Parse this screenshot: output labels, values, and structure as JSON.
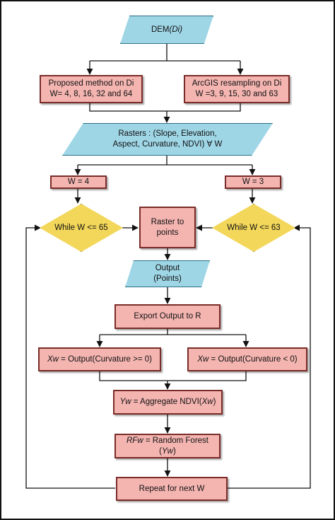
{
  "diagram": {
    "dem": {
      "label": "DEM",
      "var": "(Di)"
    },
    "proposed": {
      "line1": "Proposed method on Di",
      "line2": "W= 4, 8, 16, 32 and 64"
    },
    "arcgis": {
      "line1": "ArcGIS resampling on Di",
      "line2": "W =3, 9, 15, 30 and 63"
    },
    "rasters": {
      "line1": "Rasters : (Slope, Elevation,",
      "line2": "Aspect, Curvature, NDVI) ∀ W"
    },
    "w_left": "W = 4",
    "w_right": "W = 3",
    "while_left": "While W <= 65",
    "while_right": "While W <= 63",
    "raster_points": {
      "line1": "Raster to",
      "line2": "points"
    },
    "output": {
      "line1": "Output",
      "line2": "(Points)"
    },
    "export": "Export Output to R",
    "xw_left": {
      "var": "Xw",
      "text": " = Output(Curvature >= 0)"
    },
    "xw_right": {
      "var": "Xw",
      "text": " = Output(Curvature < 0)"
    },
    "yw": {
      "var": "Yw",
      "text": " = Aggregate NDVI(",
      "var2": "Xw",
      "end": ")"
    },
    "rf": {
      "var": "RFw",
      "text": " = Random Forest (",
      "var2": "Yw",
      "end": ")"
    },
    "repeat": "Repeat for next W"
  },
  "colors": {
    "process_fill": "#f4b5b1",
    "process_border": "#7a2c28",
    "io_fill": "#9fd6e6",
    "decision_fill": "#f3d75a",
    "line": "#111111"
  }
}
